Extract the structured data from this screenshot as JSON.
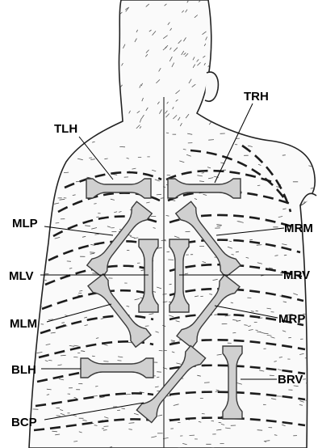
{
  "figure": {
    "labels": {
      "tlh": "TLH",
      "trh": "TRH",
      "mlp": "MLP",
      "mrm": "MRM",
      "mlv": "MLV",
      "mrv": "MRV",
      "mlm": "MLM",
      "mrp": "MRP",
      "blh": "BLH",
      "brv": "BRV",
      "bcp": "BCP"
    },
    "colors": {
      "pad_fill": "#d0d0d0",
      "pad_stroke": "#3a3a3a",
      "skin_outline": "#222222",
      "band_lines": "#1c1c1c"
    }
  }
}
